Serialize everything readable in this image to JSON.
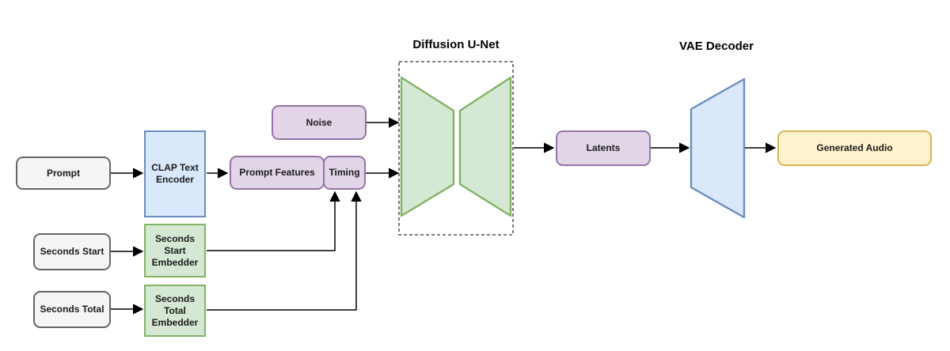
{
  "titles": {
    "unet": "Diffusion U-Net",
    "vae": "VAE Decoder"
  },
  "nodes": {
    "prompt": "Prompt",
    "clap": "CLAP Text Encoder",
    "noise": "Noise",
    "prompt_features": "Prompt Features",
    "timing": "Timing",
    "seconds_start": "Seconds Start",
    "seconds_start_embedder": "Seconds Start Embedder",
    "seconds_total": "Seconds Total",
    "seconds_total_embedder": "Seconds Total Embedder",
    "latents": "Latents",
    "generated_audio": "Generated Audio"
  },
  "palette": {
    "gray_fill": "#f5f5f5",
    "gray_border": "#666666",
    "blue_fill": "#dae8fc",
    "blue_border": "#6c8ebf",
    "purple_fill": "#e1d5e7",
    "purple_border": "#9673a6",
    "green_fill": "#d5e8d4",
    "green_border": "#82b366",
    "yellow_fill": "#fff2cc",
    "yellow_border": "#d6b656",
    "arrow_color": "#000000"
  },
  "edges": [
    {
      "from": "Prompt",
      "to": "CLAP Text Encoder"
    },
    {
      "from": "CLAP Text Encoder",
      "to": "Prompt Features"
    },
    {
      "from": "Noise",
      "to": "Diffusion U-Net"
    },
    {
      "from": "Timing",
      "to": "Diffusion U-Net"
    },
    {
      "from": "Diffusion U-Net",
      "to": "Latents"
    },
    {
      "from": "Latents",
      "to": "VAE Decoder"
    },
    {
      "from": "VAE Decoder",
      "to": "Generated Audio"
    },
    {
      "from": "Seconds Start",
      "to": "Seconds Start Embedder"
    },
    {
      "from": "Seconds Total",
      "to": "Seconds Total Embedder"
    },
    {
      "from": "Seconds Start Embedder",
      "to": "Timing"
    },
    {
      "from": "Seconds Total Embedder",
      "to": "Timing"
    }
  ]
}
